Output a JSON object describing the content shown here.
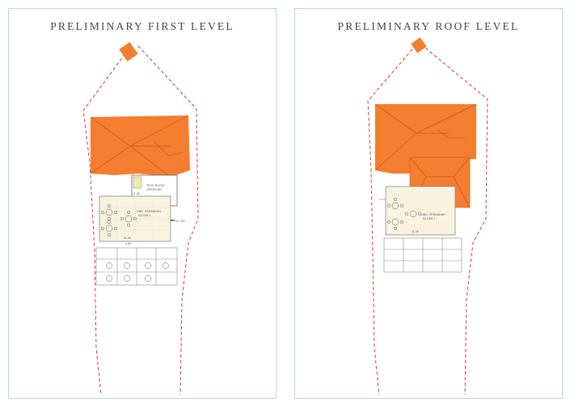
{
  "panels": [
    {
      "title": "PRELIMINARY FIRST LEVEL",
      "labels": {
        "room_top": "TECH ROOM",
        "room_sub": "OPEN/SHD",
        "room_code": "11.26",
        "main": "UNC. VERANDAH",
        "main_sub": "GLOSS 1",
        "dim_a": "11.26",
        "dim_b": "4.90",
        "side": "N.1 SO"
      }
    },
    {
      "title": "PRELIMINARY ROOF LEVEL",
      "labels": {
        "main": "UNC. VERANDAH",
        "main_sub": "GLOSS 1",
        "dim_a": "11.26"
      }
    }
  ],
  "colors": {
    "roof_orange": "#f47d30",
    "roof_ridge": "#c9561a",
    "boundary_red": "#d9342b",
    "frame_border": "#b9d7db",
    "deck_fill": "#f7f3df"
  }
}
